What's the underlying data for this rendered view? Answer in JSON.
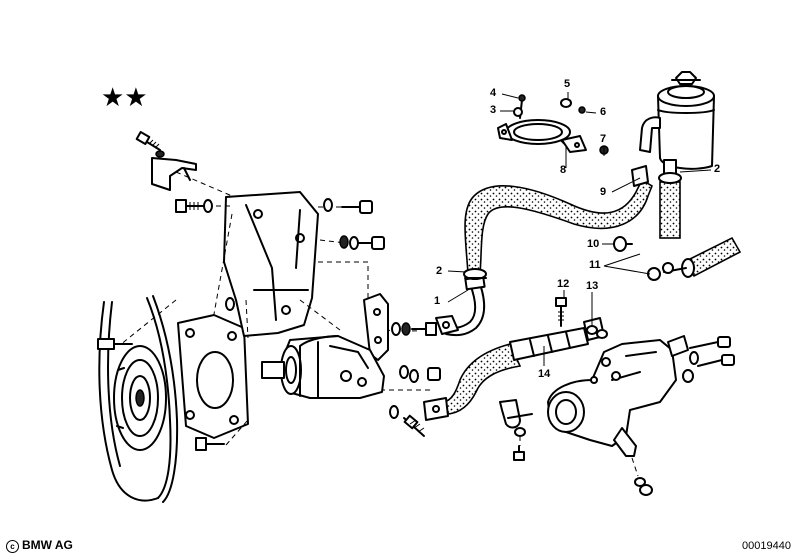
{
  "diagram": {
    "markers": {
      "stars": "★★"
    },
    "callouts": {
      "c1": "1",
      "c2a": "2",
      "c2b": "2",
      "c3": "3",
      "c4": "4",
      "c5": "5",
      "c6": "6",
      "c7": "7",
      "c8": "8",
      "c9": "9",
      "c10": "10",
      "c11": "11",
      "c12": "12",
      "c13": "13",
      "c14": "14"
    },
    "footer": {
      "copyright_symbol": "c",
      "brand": "BMW AG",
      "document_number": "00019440"
    }
  }
}
